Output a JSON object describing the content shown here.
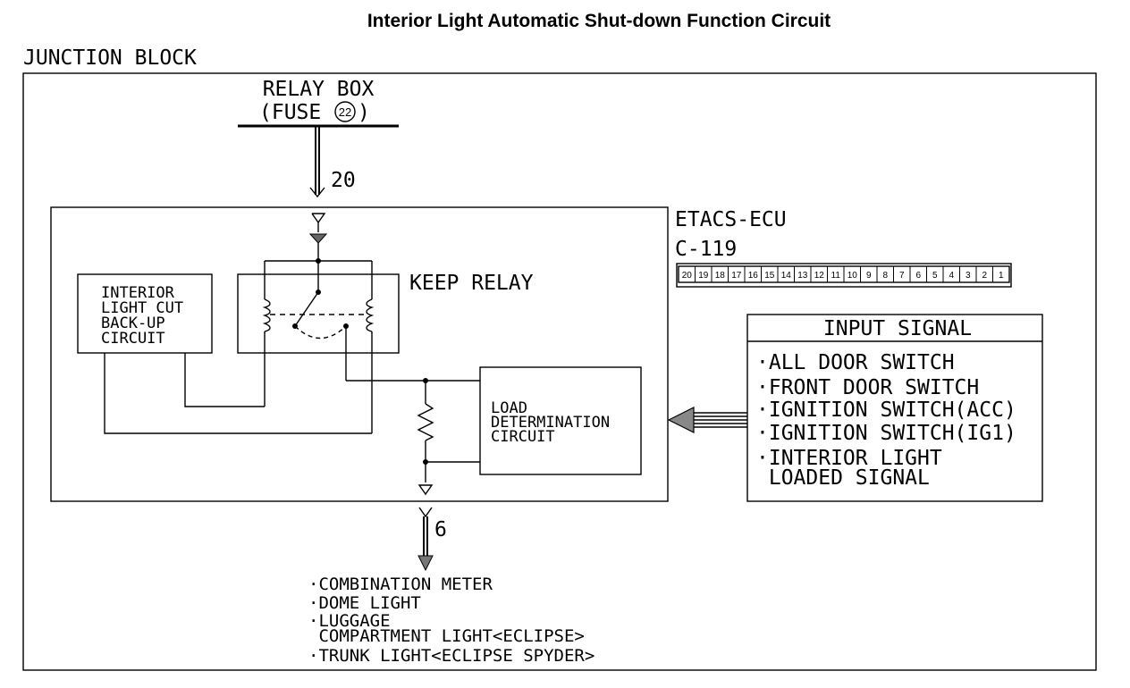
{
  "title": "Interior Light Automatic Shut-down Function Circuit",
  "junction_block": "JUNCTION BLOCK",
  "relay_box": {
    "line1": "RELAY BOX",
    "line2_prefix": "(FUSE ",
    "fuse_number": "22",
    "line2_suffix": ")"
  },
  "wires": {
    "top_pin": "20",
    "bottom_pin": "6"
  },
  "ecu": {
    "name": "ETACS-ECU",
    "connector": "C-119"
  },
  "connector_pins": [
    "20",
    "19",
    "18",
    "17",
    "16",
    "15",
    "14",
    "13",
    "12",
    "11",
    "10",
    "9",
    "8",
    "7",
    "6",
    "5",
    "4",
    "3",
    "2",
    "1"
  ],
  "keep_relay": "KEEP RELAY",
  "backup_circuit": [
    "INTERIOR",
    "LIGHT CUT",
    "BACK-UP",
    "CIRCUIT"
  ],
  "load_circuit": [
    "LOAD",
    "DETERMINATION",
    "CIRCUIT"
  ],
  "input_signal": {
    "heading": "INPUT SIGNAL",
    "items": [
      "·ALL DOOR SWITCH",
      "·FRONT DOOR SWITCH",
      "·IGNITION SWITCH(ACC)",
      "·IGNITION SWITCH(IG1)",
      "·INTERIOR LIGHT",
      " LOADED SIGNAL"
    ]
  },
  "outputs": [
    "·COMBINATION METER",
    "·DOME LIGHT",
    "·LUGGAGE",
    " COMPARTMENT LIGHT<ECLIPSE>",
    "·TRUNK LIGHT<ECLIPSE SPYDER>"
  ]
}
